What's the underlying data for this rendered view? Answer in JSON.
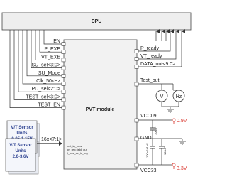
{
  "cpu": {
    "label": "CPU"
  },
  "pvt": {
    "label": "PVT module"
  },
  "inputs": [
    "EN",
    "P_EXE",
    "VT_EXE",
    "SU_sel<3:0>",
    "SU_Mode",
    "Clk_50kHz",
    "PU_sel<2:0>",
    "TEST_sel<3:0>",
    "TEST_EN"
  ],
  "outputs": [
    "P_ready",
    "VT_ready",
    "DATA_out<9:0>"
  ],
  "test_out": "Test_out",
  "meters": {
    "voltmeter": "V",
    "frequency": "Hz"
  },
  "supply": {
    "vcc09": "VCC09",
    "gnd": "GND",
    "vcc33": "VCC33",
    "v09": "0.9V",
    "v33": "3.3V",
    "cap1": "100nF",
    "cap2": "100nF+1µF",
    "cap3": "100nF"
  },
  "sensor_units": [
    {
      "title": "V/T Sensor",
      "line2": "Units",
      "line3": "0.05-1.15V"
    },
    {
      "title": "V/T Sensor",
      "line2": "Units",
      "line3": "2.0-3.6V"
    }
  ],
  "bus": {
    "label": "16x<7:1>",
    "lines": [
      "inst_in_pow",
      "on_reg,field_out",
      "il_pos_se_tr_reg"
    ]
  },
  "colors": {
    "wire": "#333333",
    "supply": "#d9342b",
    "cpu_fill": "#eeeeee",
    "module_fill": "#f2f2f2",
    "sensor_fill": "#f4f6fb",
    "sensor_title": "#2a3f8f"
  }
}
